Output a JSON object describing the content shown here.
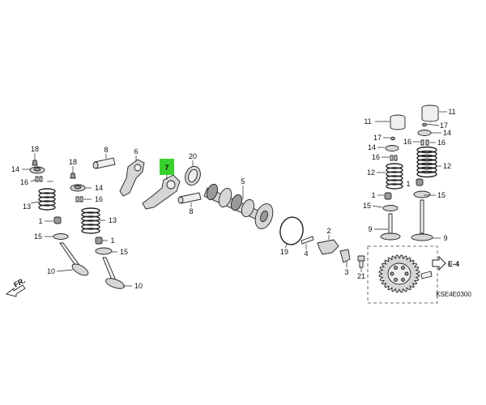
{
  "diagram": {
    "part_labels": [
      {
        "id": "p18a",
        "text": "18"
      },
      {
        "id": "p14a",
        "text": "14"
      },
      {
        "id": "p16a",
        "text": "16"
      },
      {
        "id": "p13a",
        "text": "13"
      },
      {
        "id": "p1a",
        "text": "1"
      },
      {
        "id": "p15a",
        "text": "15"
      },
      {
        "id": "p10a",
        "text": "10"
      },
      {
        "id": "p8a",
        "text": "8"
      },
      {
        "id": "p18b",
        "text": "18"
      },
      {
        "id": "p14b",
        "text": "14"
      },
      {
        "id": "p16b",
        "text": "16"
      },
      {
        "id": "p13b",
        "text": "13"
      },
      {
        "id": "p1b",
        "text": "1"
      },
      {
        "id": "p15b",
        "text": "15"
      },
      {
        "id": "p10b",
        "text": "10"
      },
      {
        "id": "p6",
        "text": "6"
      },
      {
        "id": "p7",
        "text": "7"
      },
      {
        "id": "p20",
        "text": "20"
      },
      {
        "id": "p8b",
        "text": "8"
      },
      {
        "id": "p5",
        "text": "5"
      },
      {
        "id": "p19",
        "text": "19"
      },
      {
        "id": "p4",
        "text": "4"
      },
      {
        "id": "p2",
        "text": "2"
      },
      {
        "id": "p3",
        "text": "3"
      },
      {
        "id": "p21",
        "text": "21"
      },
      {
        "id": "p11a",
        "text": "11"
      },
      {
        "id": "p17a",
        "text": "17"
      },
      {
        "id": "p14c",
        "text": "14"
      },
      {
        "id": "p16c",
        "text": "16"
      },
      {
        "id": "p12a",
        "text": "12"
      },
      {
        "id": "p1c",
        "text": "1"
      },
      {
        "id": "p15c",
        "text": "15"
      },
      {
        "id": "p9a",
        "text": "9"
      },
      {
        "id": "p11b",
        "text": "11"
      },
      {
        "id": "p17b",
        "text": "17"
      },
      {
        "id": "p14d",
        "text": "14"
      },
      {
        "id": "p16d",
        "text": "16"
      },
      {
        "id": "p16e",
        "text": "16"
      },
      {
        "id": "p12b",
        "text": "12"
      },
      {
        "id": "p1d",
        "text": "1"
      },
      {
        "id": "p15d",
        "text": "15"
      },
      {
        "id": "p9b",
        "text": "9"
      }
    ],
    "front_marker": "FR.",
    "ref_marker": "E-4",
    "diagram_code": "KSE4E0300",
    "highlight_color": "#39d12d"
  }
}
